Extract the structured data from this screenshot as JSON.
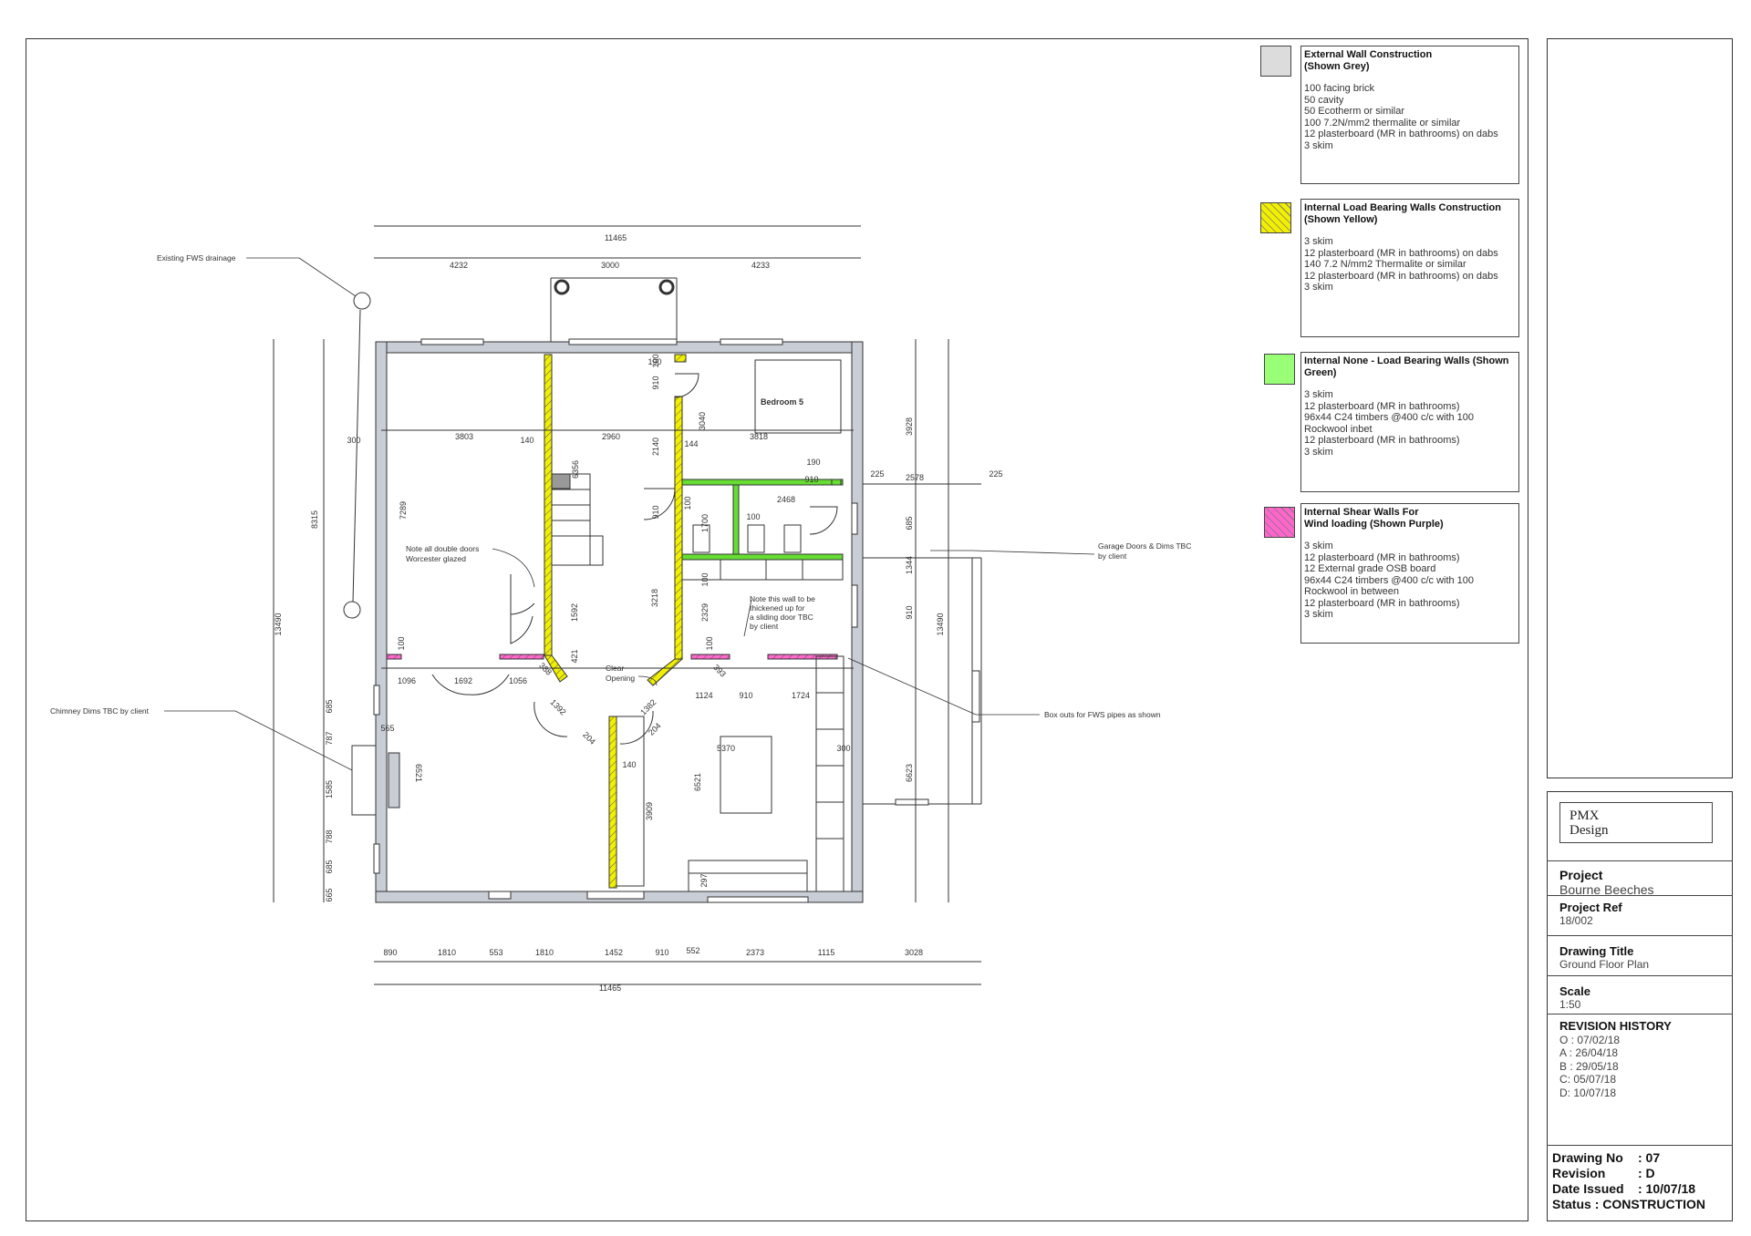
{
  "legend": [
    {
      "title_line1": "External Wall Construction",
      "title_line2": "(Shown Grey)",
      "lines": [
        "100 facing brick",
        "50 cavity",
        "50 Ecotherm or similar",
        "100 7.2N/mm2 thermalite or similar",
        "12 plasterboard (MR in bathrooms) on dabs",
        "3 skim"
      ],
      "color": "#dcdcdc"
    },
    {
      "title_line1": "Internal Load Bearing Walls Construction",
      "title_line2": "(Shown Yellow)",
      "lines": [
        "3 skim",
        "12 plasterboard  (MR in bathrooms) on dabs",
        "140 7.2 N/mm2 Thermalite or similar",
        "12 plasterboard (MR in bathrooms) on dabs",
        "3 skim"
      ],
      "color": "#f2f000"
    },
    {
      "title_line1": "Internal None - Load Bearing Walls  (Shown",
      "title_line2": "Green)",
      "lines": [
        "3 skim",
        "12 plasterboard  (MR in bathrooms)",
        "96x44 C24 timbers @400 c/c with 100",
        "Rockwool inbet",
        "12 plasterboard (MR in bathrooms)",
        "3 skim"
      ],
      "color": "#99ff77"
    },
    {
      "title_line1": "Internal Shear Walls For",
      "title_line2": "Wind loading  (Shown Purple)",
      "lines": [
        "3 skim",
        "12 plasterboard  (MR in bathrooms)",
        "12 External grade OSB board",
        "96x44 C24 timbers @400 c/c with 100",
        "Rockwool in between",
        "12 plasterboard (MR in bathrooms)",
        "3 skim"
      ],
      "color": "#ff66cc"
    }
  ],
  "title_block": {
    "logo_line1": "PMX",
    "logo_line2": "Design",
    "project_label": "Project",
    "project": "Bourne Beeches",
    "project_ref_label": "Project Ref",
    "project_ref": "18/002",
    "drawing_title_label": "Drawing Title",
    "drawing_title": "Ground Floor Plan",
    "scale_label": "Scale",
    "scale": "1:50",
    "revision_history_label": "REVISION HISTORY",
    "revisions": [
      "O : 07/02/18",
      "A : 26/04/18",
      "B : 29/05/18",
      "C: 05/07/18",
      "D: 10/07/18"
    ],
    "drawing_no_label": "Drawing No",
    "drawing_no": ": 07",
    "revision_label": "Revision",
    "revision": ": D",
    "date_issued_label": "Date Issued",
    "date_issued": ": 10/07/18",
    "status_label": "Status",
    "status": ": CONSTRUCTION"
  },
  "plan": {
    "room_label": "Bedroom 5",
    "notes": {
      "fws_drainage": "Existing FWS drainage",
      "chimney": "Chimney Dims TBC by client",
      "double_doors_1": "Note all double doors",
      "double_doors_2": "Worcester glazed",
      "clear_opening_1": "Clear",
      "clear_opening_2": "Opening",
      "wall_note_1": "Note this wall to be",
      "wall_note_2": "thickened up for",
      "wall_note_3": "a sliding door TBC",
      "wall_note_4": "by client",
      "garage_1": "Garage Doors & Dims TBC",
      "garage_2": "by client",
      "boxouts": "Box outs for FWS pipes as shown"
    },
    "dims_top": {
      "overall": "11465",
      "left": "4232",
      "mid": "3000",
      "right": "4233"
    },
    "dims_bottom": {
      "overall": "11465",
      "segments": [
        "890",
        "1810",
        "553",
        "1810",
        "1452",
        "910",
        "552",
        "2373",
        "1115",
        "3028"
      ]
    },
    "dims_left": {
      "overall": "13490",
      "upper": "8315",
      "lower_segments": [
        "685",
        "787",
        "1585",
        "788",
        "685",
        "665"
      ]
    },
    "dims_right": {
      "upper": "3928",
      "mid1": "685",
      "mid2": "1344",
      "mid3": "910",
      "lower": "6623",
      "overall": "13490"
    },
    "dims_inner": [
      "300",
      "3803",
      "140",
      "2960",
      "3818",
      "7289",
      "6356",
      "2140",
      "3040",
      "910",
      "100",
      "144",
      "190",
      "190",
      "225",
      "225",
      "2578",
      "910",
      "2468",
      "100",
      "910",
      "1700",
      "100",
      "1592",
      "421",
      "3218",
      "2329",
      "100",
      "1096",
      "1692",
      "1056",
      "100",
      "1124",
      "910",
      "1724",
      "100",
      "393",
      "388",
      "1392",
      "1382",
      "204",
      "204",
      "565",
      "5370",
      "300",
      "6521",
      "6521",
      "3909",
      "140",
      "297"
    ]
  }
}
